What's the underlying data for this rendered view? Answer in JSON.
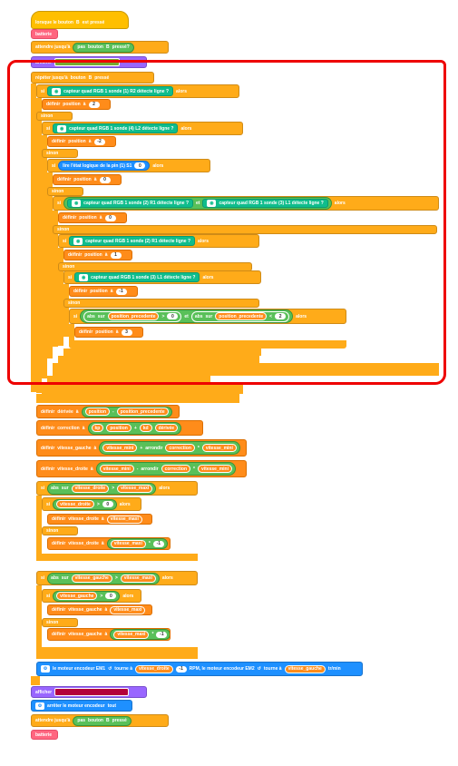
{
  "hat": {
    "label": "lorsque le bouton",
    "key": "B",
    "state": "est pressé"
  },
  "batterie": "batterie",
  "wait1": {
    "label": "attendre jusqu'à",
    "op": "pas",
    "btn": "bouton",
    "key": "B",
    "state": "pressé?"
  },
  "afficher1": {
    "label": "afficher"
  },
  "repeat": {
    "label": "répéter jusqu'à",
    "btn": "bouton",
    "key": "B",
    "state": "pressé"
  },
  "words": {
    "si": "si",
    "sinon": "sinon",
    "definir": "définir",
    "a": "à",
    "et": "et",
    "alors": "alors",
    "position": "position",
    "ligne": "ligne"
  },
  "sensors": [
    {
      "text": "capteur quad RGB  1  sonde  (1) R2  détecte  ligne  ?"
    },
    {
      "text": "capteur quad RGB  1  sonde  (4) L2  détecte  ligne  ?"
    },
    {
      "text": "lire l'état logique de la pin  (1) S1"
    },
    {
      "text": "capteur quad RGB  1  sonde  (2) R1  détecte  ligne  ?"
    },
    {
      "text": "capteur quad RGB  1  sonde  (3) L1  détecte  ligne  ?"
    }
  ],
  "values": {
    "v2": "2",
    "vm2": "-2",
    "v0": "0",
    "v1": "1",
    "vm1": "-1",
    "v3": "3",
    "vm1b": "-1"
  },
  "abs": {
    "abs": "abs",
    "sur": "sur",
    "prev": "position_precedente"
  },
  "math": {
    "deriv": "dérivée",
    "pos": "position",
    "moins": "-",
    "prev": "position_precedente",
    "correction": "correction",
    "kp": "kp",
    "kd": "kd",
    "plus": "+",
    "fois": "*",
    "vg": "vitesse_gauche",
    "vd": "vitesse_droite",
    "vmini": "vitesse_mini",
    "vmaxi": "vitesse_maxi",
    "arrondir": "arrondir",
    "sup": ">"
  },
  "motor": {
    "text1": "le moteur encodeur EM1",
    "turn": "tourne à",
    "rpm": "RPM, le moteur encodeur EM2",
    "turn2": "tourne à",
    "unit": "tr/min"
  },
  "stop": {
    "text": "arrêter le moteur encodeur",
    "opt": "tout"
  },
  "wait2": {
    "label": "attendre jusqu'à",
    "op": "pas",
    "btn": "bouton",
    "key": "B",
    "state": "pressé"
  },
  "batterie2": "batterie"
}
